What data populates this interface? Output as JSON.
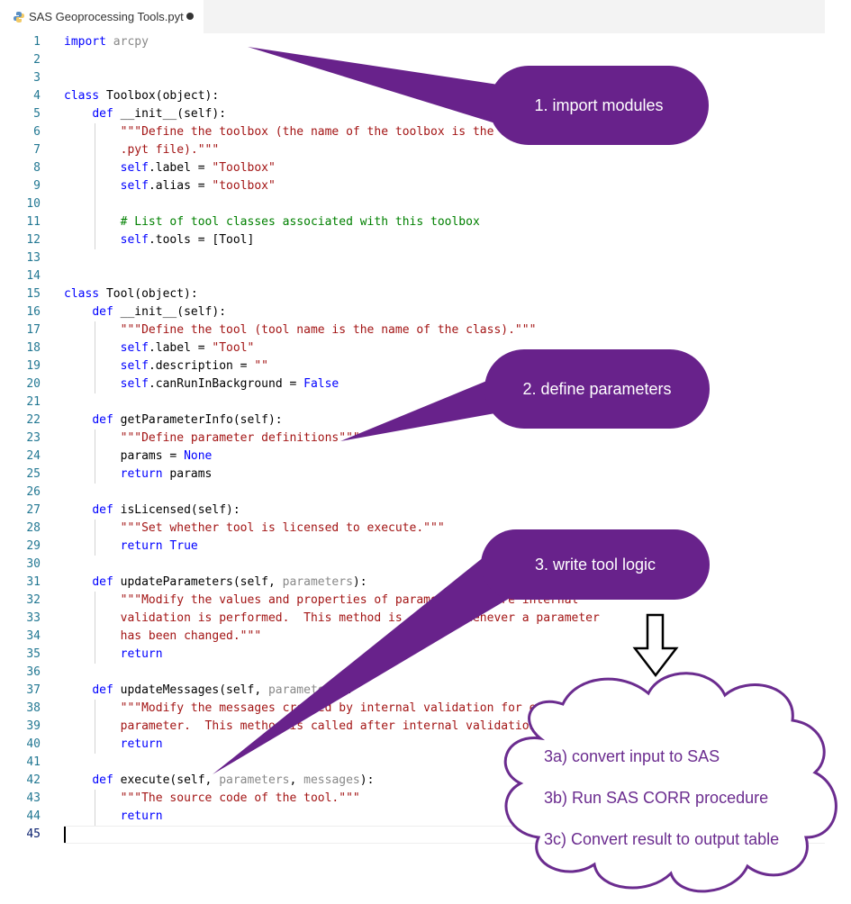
{
  "tab": {
    "title": "SAS Geoprocessing Tools.pyt",
    "icon": "python-file-icon"
  },
  "lines": [
    {
      "n": "1",
      "t": [
        {
          "c": "kw",
          "v": "import"
        },
        {
          "c": "",
          "v": " "
        },
        {
          "c": "dim",
          "v": "arcpy"
        }
      ]
    },
    {
      "n": "2",
      "t": []
    },
    {
      "n": "3",
      "t": []
    },
    {
      "n": "4",
      "t": [
        {
          "c": "kw",
          "v": "class"
        },
        {
          "c": "",
          "v": " Toolbox(object):"
        }
      ]
    },
    {
      "n": "5",
      "t": [
        {
          "c": "",
          "v": "    "
        },
        {
          "c": "kw",
          "v": "def"
        },
        {
          "c": "",
          "v": " __init__(self):"
        }
      ]
    },
    {
      "n": "6",
      "t": [
        {
          "c": "",
          "v": "        "
        },
        {
          "c": "str",
          "v": "\"\"\"Define the toolbox (the name of the toolbox is the name of the"
        }
      ]
    },
    {
      "n": "7",
      "t": [
        {
          "c": "",
          "v": "        "
        },
        {
          "c": "str",
          "v": ".pyt file).\"\"\""
        }
      ]
    },
    {
      "n": "8",
      "t": [
        {
          "c": "",
          "v": "        "
        },
        {
          "c": "kw",
          "v": "self"
        },
        {
          "c": "",
          "v": ".label = "
        },
        {
          "c": "str",
          "v": "\"Toolbox\""
        }
      ]
    },
    {
      "n": "9",
      "t": [
        {
          "c": "",
          "v": "        "
        },
        {
          "c": "kw",
          "v": "self"
        },
        {
          "c": "",
          "v": ".alias = "
        },
        {
          "c": "str",
          "v": "\"toolbox\""
        }
      ]
    },
    {
      "n": "10",
      "t": []
    },
    {
      "n": "11",
      "t": [
        {
          "c": "",
          "v": "        "
        },
        {
          "c": "cm",
          "v": "# List of tool classes associated with this toolbox"
        }
      ]
    },
    {
      "n": "12",
      "t": [
        {
          "c": "",
          "v": "        "
        },
        {
          "c": "kw",
          "v": "self"
        },
        {
          "c": "",
          "v": ".tools = [Tool]"
        }
      ]
    },
    {
      "n": "13",
      "t": []
    },
    {
      "n": "14",
      "t": []
    },
    {
      "n": "15",
      "t": [
        {
          "c": "kw",
          "v": "class"
        },
        {
          "c": "",
          "v": " Tool(object):"
        }
      ]
    },
    {
      "n": "16",
      "t": [
        {
          "c": "",
          "v": "    "
        },
        {
          "c": "kw",
          "v": "def"
        },
        {
          "c": "",
          "v": " __init__(self):"
        }
      ]
    },
    {
      "n": "17",
      "t": [
        {
          "c": "",
          "v": "        "
        },
        {
          "c": "str",
          "v": "\"\"\"Define the tool (tool name is the name of the class).\"\"\""
        }
      ]
    },
    {
      "n": "18",
      "t": [
        {
          "c": "",
          "v": "        "
        },
        {
          "c": "kw",
          "v": "self"
        },
        {
          "c": "",
          "v": ".label = "
        },
        {
          "c": "str",
          "v": "\"Tool\""
        }
      ]
    },
    {
      "n": "19",
      "t": [
        {
          "c": "",
          "v": "        "
        },
        {
          "c": "kw",
          "v": "self"
        },
        {
          "c": "",
          "v": ".description = "
        },
        {
          "c": "str",
          "v": "\"\""
        }
      ]
    },
    {
      "n": "20",
      "t": [
        {
          "c": "",
          "v": "        "
        },
        {
          "c": "kw",
          "v": "self"
        },
        {
          "c": "",
          "v": ".canRunInBackground = "
        },
        {
          "c": "kw",
          "v": "False"
        }
      ]
    },
    {
      "n": "21",
      "t": []
    },
    {
      "n": "22",
      "t": [
        {
          "c": "",
          "v": "    "
        },
        {
          "c": "kw",
          "v": "def"
        },
        {
          "c": "",
          "v": " getParameterInfo(self):"
        }
      ]
    },
    {
      "n": "23",
      "t": [
        {
          "c": "",
          "v": "        "
        },
        {
          "c": "str",
          "v": "\"\"\"Define parameter definitions\"\"\""
        }
      ]
    },
    {
      "n": "24",
      "t": [
        {
          "c": "",
          "v": "        params = "
        },
        {
          "c": "kw",
          "v": "None"
        }
      ]
    },
    {
      "n": "25",
      "t": [
        {
          "c": "",
          "v": "        "
        },
        {
          "c": "kw",
          "v": "return"
        },
        {
          "c": "",
          "v": " params"
        }
      ]
    },
    {
      "n": "26",
      "t": []
    },
    {
      "n": "27",
      "t": [
        {
          "c": "",
          "v": "    "
        },
        {
          "c": "kw",
          "v": "def"
        },
        {
          "c": "",
          "v": " isLicensed(self):"
        }
      ]
    },
    {
      "n": "28",
      "t": [
        {
          "c": "",
          "v": "        "
        },
        {
          "c": "str",
          "v": "\"\"\"Set whether tool is licensed to execute.\"\"\""
        }
      ]
    },
    {
      "n": "29",
      "t": [
        {
          "c": "",
          "v": "        "
        },
        {
          "c": "kw",
          "v": "return"
        },
        {
          "c": "",
          "v": " "
        },
        {
          "c": "kw",
          "v": "True"
        }
      ]
    },
    {
      "n": "30",
      "t": []
    },
    {
      "n": "31",
      "t": [
        {
          "c": "",
          "v": "    "
        },
        {
          "c": "kw",
          "v": "def"
        },
        {
          "c": "",
          "v": " updateParameters(self, "
        },
        {
          "c": "dim",
          "v": "parameters"
        },
        {
          "c": "",
          "v": "):"
        }
      ]
    },
    {
      "n": "32",
      "t": [
        {
          "c": "",
          "v": "        "
        },
        {
          "c": "str",
          "v": "\"\"\"Modify the values and properties of parameters before internal"
        }
      ]
    },
    {
      "n": "33",
      "t": [
        {
          "c": "",
          "v": "        "
        },
        {
          "c": "str",
          "v": "validation is performed.  This method is called whenever a parameter"
        }
      ]
    },
    {
      "n": "34",
      "t": [
        {
          "c": "",
          "v": "        "
        },
        {
          "c": "str",
          "v": "has been changed.\"\"\""
        }
      ]
    },
    {
      "n": "35",
      "t": [
        {
          "c": "",
          "v": "        "
        },
        {
          "c": "kw",
          "v": "return"
        }
      ]
    },
    {
      "n": "36",
      "t": []
    },
    {
      "n": "37",
      "t": [
        {
          "c": "",
          "v": "    "
        },
        {
          "c": "kw",
          "v": "def"
        },
        {
          "c": "",
          "v": " updateMessages(self, "
        },
        {
          "c": "dim",
          "v": "parameters"
        },
        {
          "c": "",
          "v": "):"
        }
      ]
    },
    {
      "n": "38",
      "t": [
        {
          "c": "",
          "v": "        "
        },
        {
          "c": "str",
          "v": "\"\"\"Modify the messages created by internal validation for each tool"
        }
      ]
    },
    {
      "n": "39",
      "t": [
        {
          "c": "",
          "v": "        "
        },
        {
          "c": "str",
          "v": "parameter.  This method is called after internal validation.\"\"\""
        }
      ]
    },
    {
      "n": "40",
      "t": [
        {
          "c": "",
          "v": "        "
        },
        {
          "c": "kw",
          "v": "return"
        }
      ]
    },
    {
      "n": "41",
      "t": []
    },
    {
      "n": "42",
      "t": [
        {
          "c": "",
          "v": "    "
        },
        {
          "c": "kw",
          "v": "def"
        },
        {
          "c": "",
          "v": " execute(self, "
        },
        {
          "c": "dim",
          "v": "parameters"
        },
        {
          "c": "",
          "v": ", "
        },
        {
          "c": "dim",
          "v": "messages"
        },
        {
          "c": "",
          "v": "):"
        }
      ]
    },
    {
      "n": "43",
      "t": [
        {
          "c": "",
          "v": "        "
        },
        {
          "c": "str",
          "v": "\"\"\"The source code of the tool.\"\"\""
        }
      ]
    },
    {
      "n": "44",
      "t": [
        {
          "c": "",
          "v": "        "
        },
        {
          "c": "kw",
          "v": "return"
        }
      ]
    },
    {
      "n": "45",
      "t": []
    }
  ],
  "callouts": {
    "c1": "1. import modules",
    "c2": "2. define parameters",
    "c3": "3. write tool logic"
  },
  "cloud": {
    "item1": "3a) convert input to SAS",
    "item2": "3b) Run SAS CORR procedure",
    "item3": "3c) Convert result to output table"
  },
  "colors": {
    "callout": "#68228b",
    "cloud_stroke": "#6b2c8f",
    "keyword": "#0000ff",
    "string": "#a31515",
    "comment": "#008000",
    "line_number": "#237893"
  }
}
